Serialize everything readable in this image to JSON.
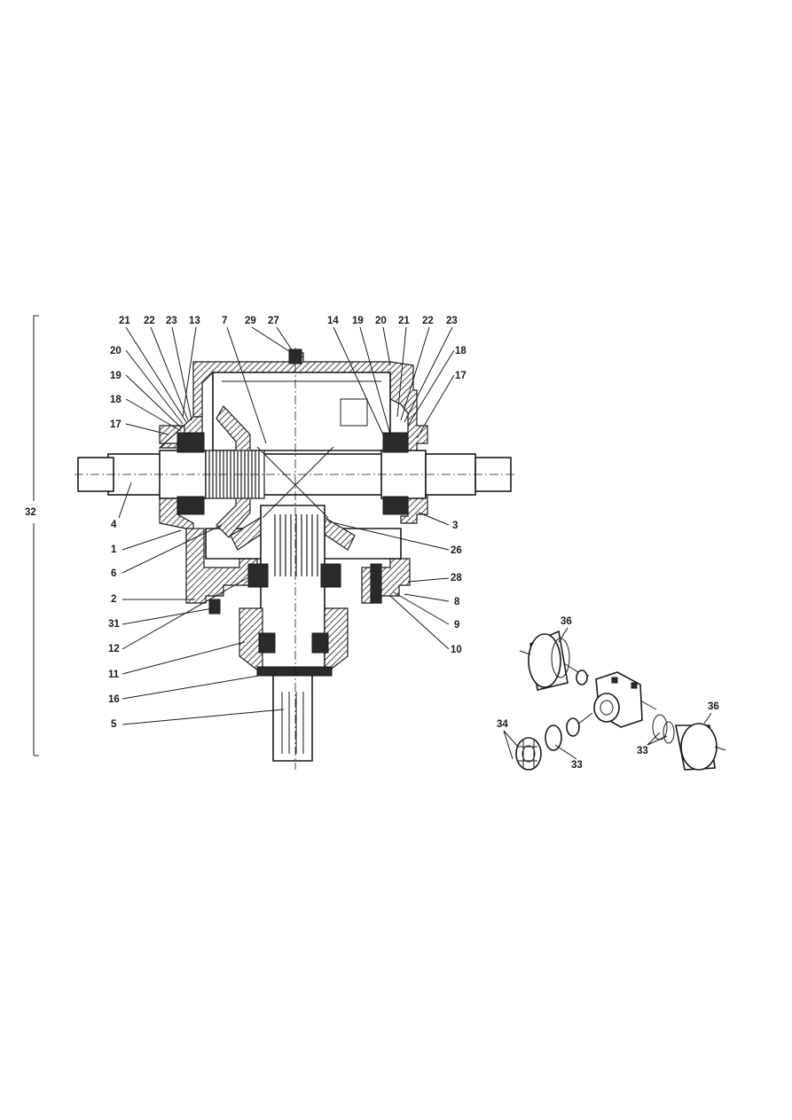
{
  "callouts_main": [
    {
      "label": "21",
      "cls": "top-left"
    },
    {
      "label": "22",
      "cls": "top-left"
    },
    {
      "label": "23",
      "cls": "top-left"
    },
    {
      "label": "13",
      "cls": "top-left"
    },
    {
      "label": "7",
      "cls": "top"
    },
    {
      "label": "29",
      "cls": "top"
    },
    {
      "label": "27",
      "cls": "top"
    },
    {
      "label": "14",
      "cls": "top-right"
    },
    {
      "label": "19",
      "cls": "top-right"
    },
    {
      "label": "20",
      "cls": "top-right"
    },
    {
      "label": "21",
      "cls": "top-right"
    },
    {
      "label": "22",
      "cls": "top-right"
    },
    {
      "label": "23",
      "cls": "top-right"
    },
    {
      "label": "20",
      "cls": "left"
    },
    {
      "label": "19",
      "cls": "left"
    },
    {
      "label": "18",
      "cls": "left"
    },
    {
      "label": "17",
      "cls": "left"
    },
    {
      "label": "18",
      "cls": "right"
    },
    {
      "label": "17",
      "cls": "right"
    },
    {
      "label": "4",
      "cls": "left"
    },
    {
      "label": "1",
      "cls": "left"
    },
    {
      "label": "6",
      "cls": "left"
    },
    {
      "label": "2",
      "cls": "left"
    },
    {
      "label": "31",
      "cls": "left"
    },
    {
      "label": "12",
      "cls": "left"
    },
    {
      "label": "11",
      "cls": "left"
    },
    {
      "label": "16",
      "cls": "left"
    },
    {
      "label": "5",
      "cls": "left"
    },
    {
      "label": "3",
      "cls": "right"
    },
    {
      "label": "26",
      "cls": "right"
    },
    {
      "label": "28",
      "cls": "right"
    },
    {
      "label": "8",
      "cls": "right"
    },
    {
      "label": "9",
      "cls": "right"
    },
    {
      "label": "10",
      "cls": "right"
    }
  ],
  "dimension_label": "32",
  "callouts_inset": [
    {
      "label": "36"
    },
    {
      "label": "36"
    },
    {
      "label": "34"
    },
    {
      "label": "33"
    },
    {
      "label": "33"
    }
  ]
}
